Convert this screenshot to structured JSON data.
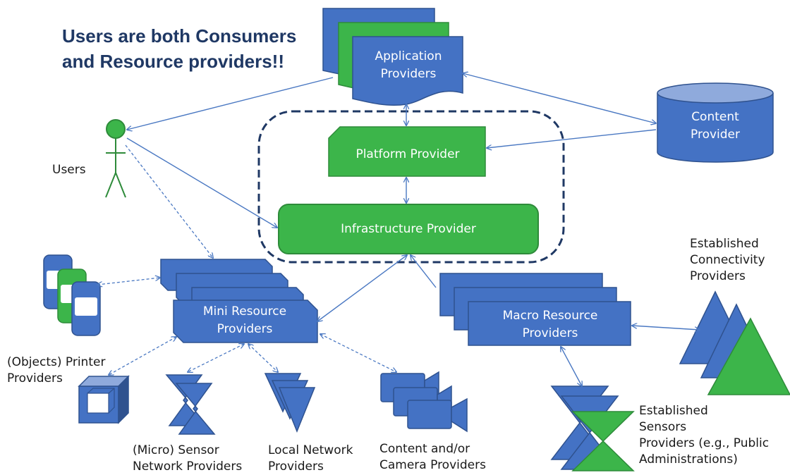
{
  "heading": {
    "line1": "Users are both Consumers",
    "line2": "and Resource providers!!"
  },
  "nodes": {
    "application_providers": [
      "Application",
      "Providers"
    ],
    "content_provider": [
      "Content",
      "Provider"
    ],
    "platform_provider": "Platform Provider",
    "infrastructure_provider": "Infrastructure Provider",
    "users": "Users",
    "mini_resource_providers": [
      "Mini Resource",
      "Providers"
    ],
    "macro_resource_providers": [
      "Macro Resource",
      "Providers"
    ],
    "established_connectivity_providers": [
      "Established",
      "Connectivity",
      "Providers"
    ],
    "objects_printer_providers": [
      "(Objects) Printer",
      "Providers"
    ],
    "micro_sensor_network_providers": [
      "(Micro) Sensor",
      "Network Providers"
    ],
    "local_network_providers": [
      "Local Network",
      "Providers"
    ],
    "content_camera_providers": [
      "Content and/or",
      "Camera Providers"
    ],
    "established_sensors_providers": [
      "Established",
      "Sensors",
      "Providers (e.g., Public",
      "Administrations)"
    ]
  },
  "colors": {
    "blue_fill": "#4472c4",
    "blue_stroke": "#2f528f",
    "green_fill": "#3cb54a",
    "green_stroke": "#2e8b3a",
    "cylinder_top": "#8faadc",
    "arrow": "#4a78c2",
    "dashed_boundary": "#1f3864",
    "heading": "#1f3864"
  }
}
